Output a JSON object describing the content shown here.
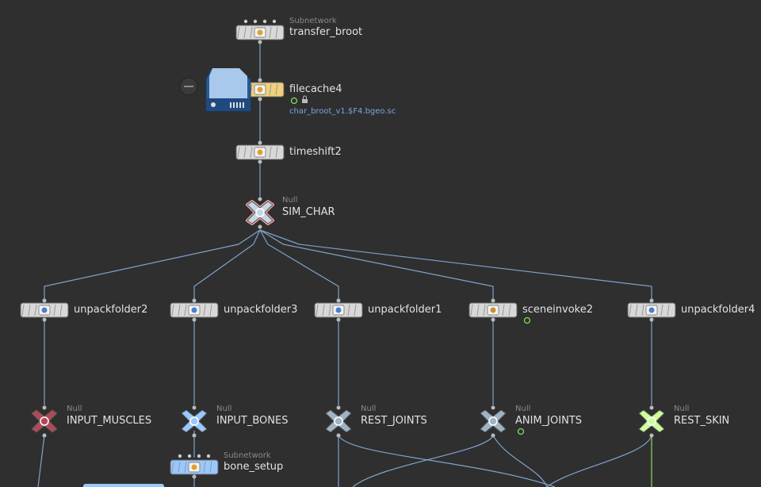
{
  "network": {
    "nodes": [
      {
        "id": "transfer_broot",
        "name": "transfer_broot",
        "type": "Subnetwork",
        "shape": "subnet",
        "color": "#d8d8d8"
      },
      {
        "id": "filecache4",
        "name": "filecache4",
        "type": "",
        "shape": "box",
        "color": "#f0d07a",
        "file": "char_broot_v1.$F4.bgeo.sc",
        "flags": [
          "display-flag",
          "lock"
        ]
      },
      {
        "id": "timeshift2",
        "name": "timeshift2",
        "type": "",
        "shape": "box",
        "color": "#d8d8d8"
      },
      {
        "id": "SIM_CHAR",
        "name": "SIM_CHAR",
        "type": "Null",
        "shape": "null",
        "color": "#c6d8e6",
        "outline": "#e8a0a0"
      },
      {
        "id": "unpackfolder2",
        "name": "unpackfolder2",
        "type": "",
        "shape": "box",
        "color": "#d8d8d8"
      },
      {
        "id": "unpackfolder3",
        "name": "unpackfolder3",
        "type": "",
        "shape": "box",
        "color": "#d8d8d8"
      },
      {
        "id": "unpackfolder1",
        "name": "unpackfolder1",
        "type": "",
        "shape": "box",
        "color": "#d8d8d8"
      },
      {
        "id": "sceneinvoke2",
        "name": "sceneinvoke2",
        "type": "",
        "shape": "box",
        "color": "#d8d8d8",
        "flags": [
          "display-flag"
        ]
      },
      {
        "id": "unpackfolder4",
        "name": "unpackfolder4",
        "type": "",
        "shape": "box",
        "color": "#d8d8d8"
      },
      {
        "id": "INPUT_MUSCLES",
        "name": "INPUT_MUSCLES",
        "type": "Null",
        "shape": "null",
        "color": "#b04a5a"
      },
      {
        "id": "INPUT_BONES",
        "name": "INPUT_BONES",
        "type": "Null",
        "shape": "null",
        "color": "#99c8ff"
      },
      {
        "id": "REST_JOINTS",
        "name": "REST_JOINTS",
        "type": "Null",
        "shape": "null",
        "color": "#9eb4c6"
      },
      {
        "id": "ANIM_JOINTS",
        "name": "ANIM_JOINTS",
        "type": "Null",
        "shape": "null",
        "color": "#9eb4c6",
        "flags": [
          "display-flag"
        ]
      },
      {
        "id": "REST_SKIN",
        "name": "REST_SKIN",
        "type": "Null",
        "shape": "null",
        "color": "#ccff99"
      },
      {
        "id": "bone_setup",
        "name": "bone_setup",
        "type": "Subnetwork",
        "shape": "subnet",
        "color": "#99c8ff"
      }
    ],
    "edges": [
      [
        "transfer_broot",
        "filecache4"
      ],
      [
        "filecache4",
        "timeshift2"
      ],
      [
        "timeshift2",
        "SIM_CHAR"
      ],
      [
        "SIM_CHAR",
        "unpackfolder2"
      ],
      [
        "SIM_CHAR",
        "unpackfolder3"
      ],
      [
        "SIM_CHAR",
        "unpackfolder1"
      ],
      [
        "SIM_CHAR",
        "sceneinvoke2"
      ],
      [
        "SIM_CHAR",
        "unpackfolder4"
      ],
      [
        "unpackfolder2",
        "INPUT_MUSCLES"
      ],
      [
        "unpackfolder3",
        "INPUT_BONES"
      ],
      [
        "unpackfolder1",
        "REST_JOINTS"
      ],
      [
        "sceneinvoke2",
        "ANIM_JOINTS"
      ],
      [
        "unpackfolder4",
        "REST_SKIN"
      ],
      [
        "INPUT_BONES",
        "bone_setup"
      ]
    ],
    "colors": {
      "background": "#2f2f2f",
      "wire": "#7fa3cc",
      "green_wire": "#8fdc5a",
      "label": "#e2e2e2",
      "type_label": "#8a8a8a",
      "file_label": "#78a6e0",
      "flag_green": "#7ee05a"
    }
  }
}
